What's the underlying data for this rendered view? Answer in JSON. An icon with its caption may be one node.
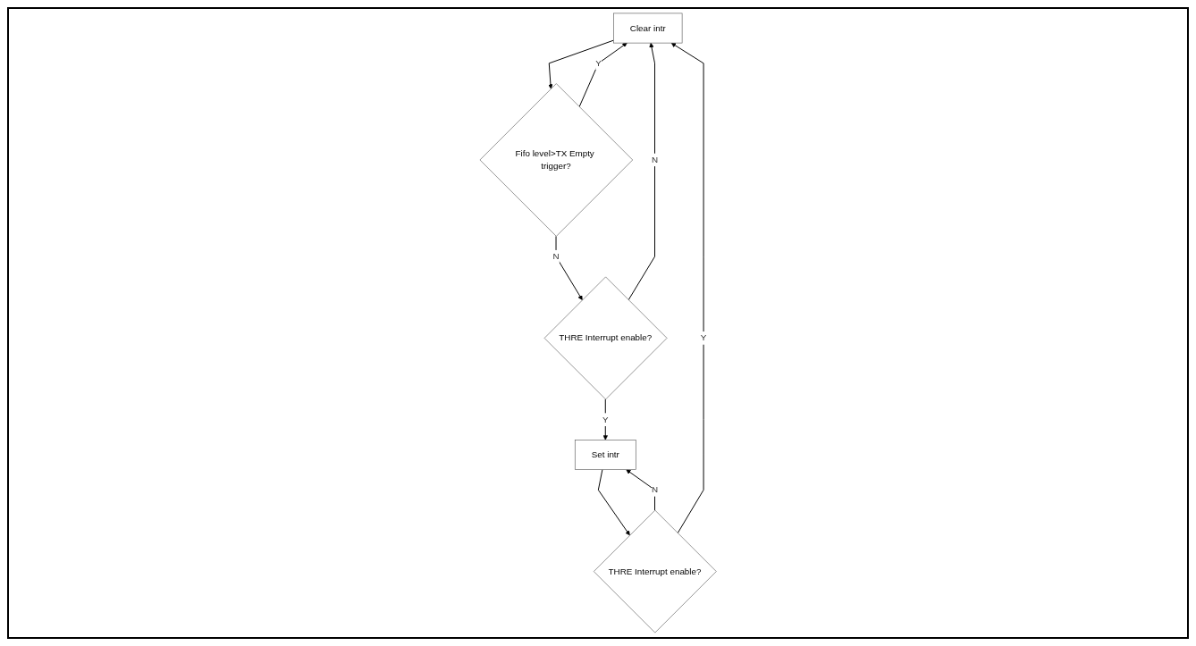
{
  "diagram": {
    "nodes": [
      {
        "text": [
          "Clear intr"
        ]
      },
      {
        "text": [
          "Fifo level>TX Empty trigger?"
        ]
      },
      {
        "text": [
          "THRE Interrupt enable?"
        ]
      },
      {
        "text": [
          "Set intr"
        ]
      },
      {
        "text": [
          "THRE Interrupt enable?"
        ]
      }
    ],
    "edges": [
      {
        "from": 0,
        "to": 1,
        "arrow": "to"
      },
      {
        "from": 1,
        "to": 0,
        "arrow": "to",
        "label": "Y"
      },
      {
        "from": 1,
        "to": 2,
        "arrow": "to",
        "label": "N"
      },
      {
        "from": 2,
        "to": 0,
        "arrow": "to",
        "label": "N"
      },
      {
        "from": 2,
        "to": 3,
        "arrow": "to",
        "label": "Y"
      },
      {
        "from": 4,
        "to": 3,
        "arrow": "to",
        "label": "N"
      },
      {
        "from": 3,
        "to": 4,
        "arrow": "to"
      },
      {
        "from": 4,
        "to": 0,
        "arrow": "to",
        "label": "Y"
      }
    ]
  }
}
